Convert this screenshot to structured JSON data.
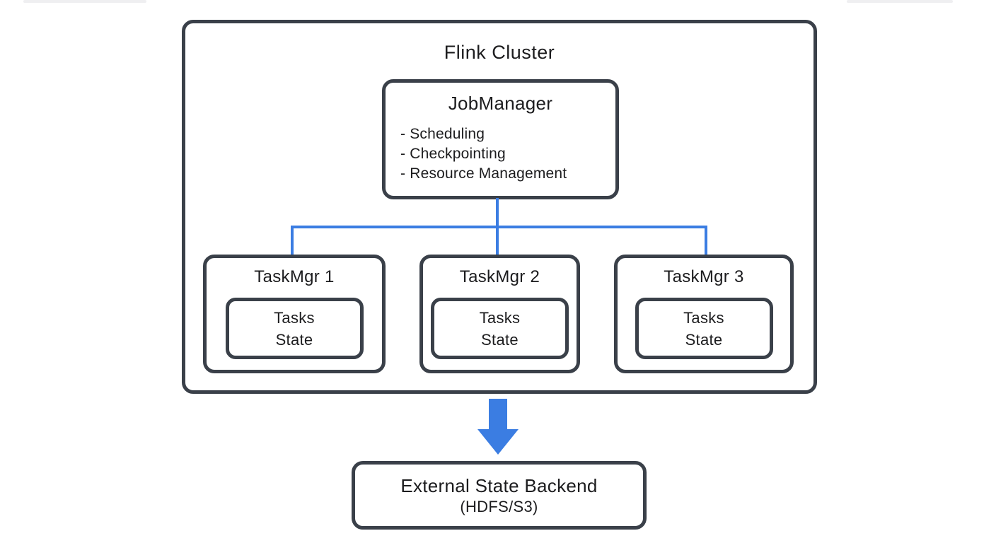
{
  "diagram": {
    "cluster_title": "Flink Cluster",
    "jobmanager": {
      "title": "JobManager",
      "bullets": [
        "- Scheduling",
        "- Checkpointing",
        "- Resource Management"
      ]
    },
    "task_managers": [
      {
        "label": "TaskMgr 1",
        "inner_line1": "Tasks",
        "inner_line2": "State"
      },
      {
        "label": "TaskMgr 2",
        "inner_line1": "Tasks",
        "inner_line2": "State"
      },
      {
        "label": "TaskMgr 3",
        "inner_line1": "Tasks",
        "inner_line2": "State"
      }
    ],
    "external_backend": {
      "line1": "External State Backend",
      "line2": "(HDFS/S3)"
    },
    "colors": {
      "box_border": "#3a4049",
      "connector_blue": "#3b7de2",
      "text": "#1c1c1e",
      "background": "#ffffff"
    }
  }
}
